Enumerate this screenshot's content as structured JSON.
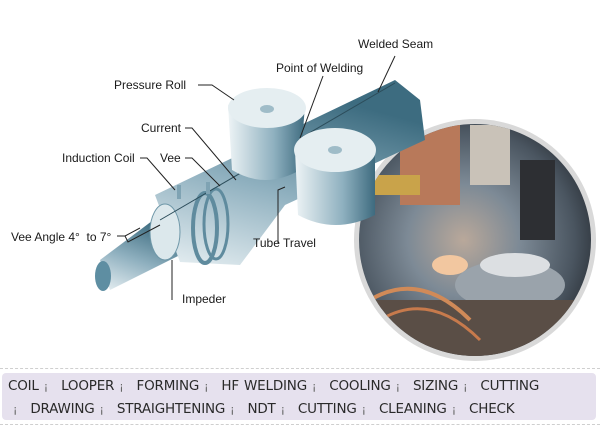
{
  "labels": {
    "welded_seam": "Welded Seam",
    "point_of_welding": "Point of Welding",
    "pressure_roll": "Pressure Roll",
    "current": "Current",
    "induction_coil": "Induction Coil",
    "vee": "Vee",
    "vee_angle": "Vee Angle 4°  to 7°",
    "impeder": "Impeder",
    "tube_travel": "Tube Travel"
  },
  "process": {
    "separator": "¡",
    "line1": [
      "COIL",
      "LOOPER",
      "FORMING",
      "HF WELDING",
      "COOLING",
      "SIZING",
      "CUTTING"
    ],
    "line2": [
      "DRAWING",
      "STRAIGHTENING",
      "NDT",
      "CUTTING",
      "CLEANING",
      "CHECK"
    ]
  },
  "colors": {
    "steel": "#4f7e92",
    "bar": "#e6e1ee"
  }
}
